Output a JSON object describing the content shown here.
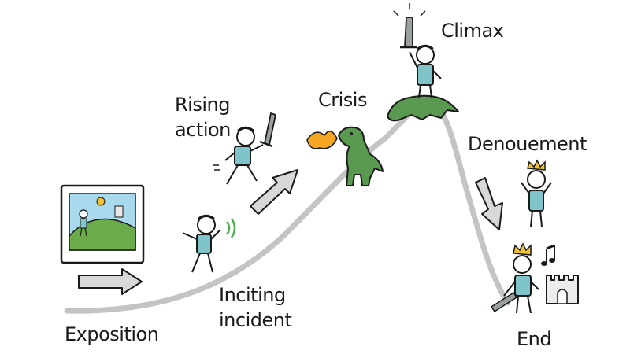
{
  "stages": {
    "exposition": "Exposition",
    "inciting_line1": "Inciting",
    "inciting_line2": "incident",
    "rising_line1": "Rising",
    "rising_line2": "action",
    "crisis": "Crisis",
    "climax": "Climax",
    "denouement": "Denouement",
    "end": "End"
  },
  "colors": {
    "path": "#c4c4c4",
    "arrow_fill": "#d8d8d8",
    "ink": "#1a1a1a",
    "shirt": "#7fc4c8",
    "dragon": "#5a9a50",
    "fire": "#f5a623",
    "crown": "#f2c230",
    "landscape": "#6cab4a",
    "sky": "#a9d9ec",
    "noise_lines": "#4caf50"
  }
}
